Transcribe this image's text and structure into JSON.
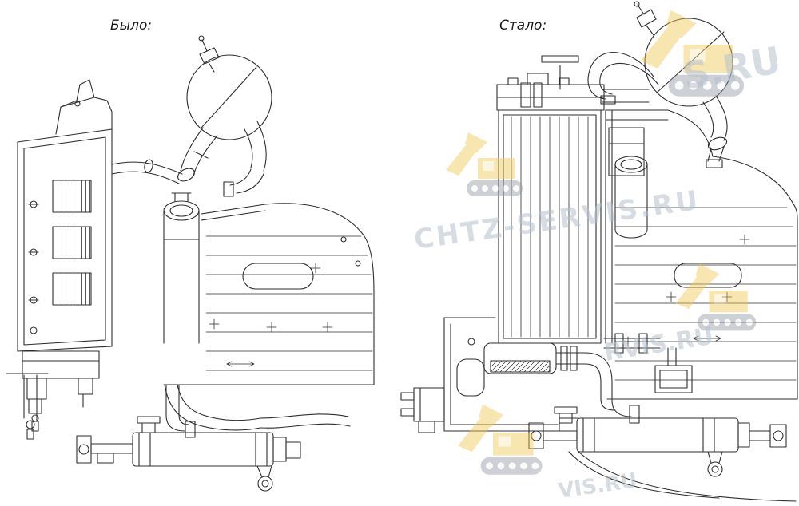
{
  "page": {
    "type": "technical-drawing-comparison",
    "background": "#ffffff"
  },
  "labels": {
    "before": "Было:",
    "after": "Стало:"
  },
  "watermark": {
    "text": "CHTZ-SERVIS.RU",
    "fragments": [
      "CHTZ-SERVIS.RU",
      "S.RU",
      "RVIS.RU",
      "VIS.RU"
    ],
    "text_color": "#b6c0cd",
    "logo_color": "#f0c84e"
  },
  "colors": {
    "background": "#ffffff",
    "line": "#2e2e2e"
  }
}
